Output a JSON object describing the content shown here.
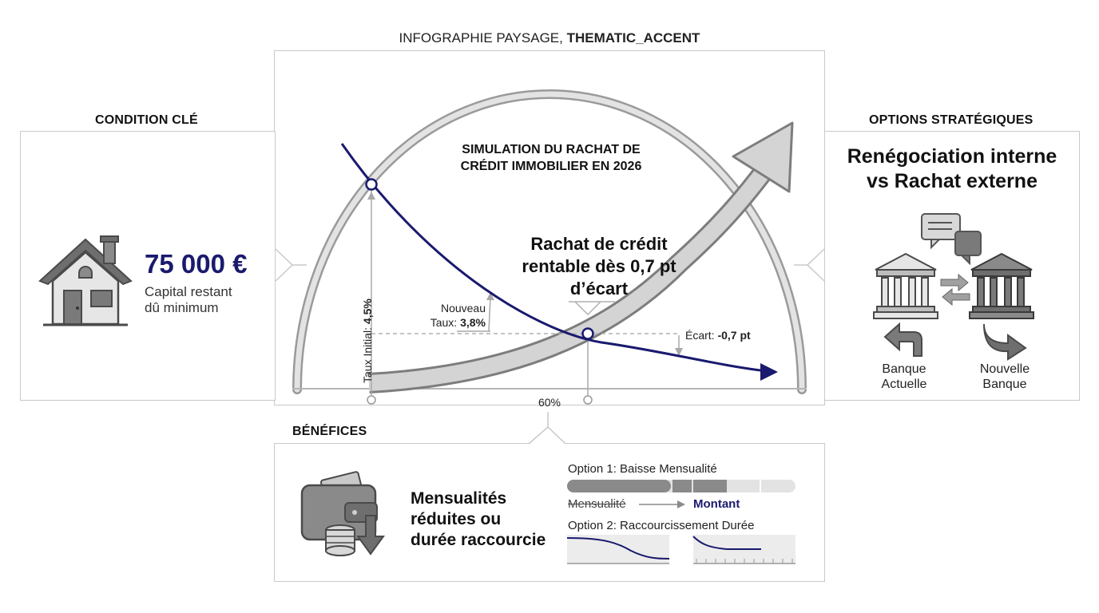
{
  "header": {
    "title_prefix": "INFOGRAPHIE PAYSAGE, ",
    "title_accent": "THEMATIC_ACCENT"
  },
  "condition": {
    "heading": "CONDITION CLÉ",
    "amount": "75 000 €",
    "sub_line1": "Capital restant",
    "sub_line2": "dû minimum"
  },
  "options": {
    "heading": "OPTIONS STRATÉGIQUES",
    "title_line1": "Renégociation interne",
    "title_line2": "vs Rachat externe",
    "bank_current_line1": "Banque",
    "bank_current_line2": "Actuelle",
    "bank_new_line1": "Nouvelle",
    "bank_new_line2": "Banque"
  },
  "simulation": {
    "title_line1": "SIMULATION DU RACHAT DE",
    "title_line2": "CRÉDIT IMMOBILIER EN 2026",
    "callout_line1": "Rachat de crédit",
    "callout_line2": "rentable dès 0,7 pt",
    "callout_line3": "d’écart",
    "initial_rate_label": "Taux Initial: ",
    "initial_rate_value": "4,5%",
    "new_rate_line1": "Nouveau",
    "new_rate_label": "Taux: ",
    "new_rate_value": "3,8%",
    "gap_label": "Écart: ",
    "gap_value": "-0,7 pt",
    "axis_label": "60%"
  },
  "benefits": {
    "heading": "BÉNÉFICES",
    "text_line1": "Mensualités",
    "text_line2": "réduites ou",
    "text_line3": "durée raccourcie",
    "option1_label": "Option 1: Baisse Mensualité",
    "option1_from": "Mensualité",
    "option1_to": "Montant",
    "option2_label": "Option 2: Raccourcissement Durée"
  },
  "colors": {
    "navy": "#1a1a6e",
    "gray": "#8a8a8a",
    "light_gray": "#d4d4d4"
  }
}
